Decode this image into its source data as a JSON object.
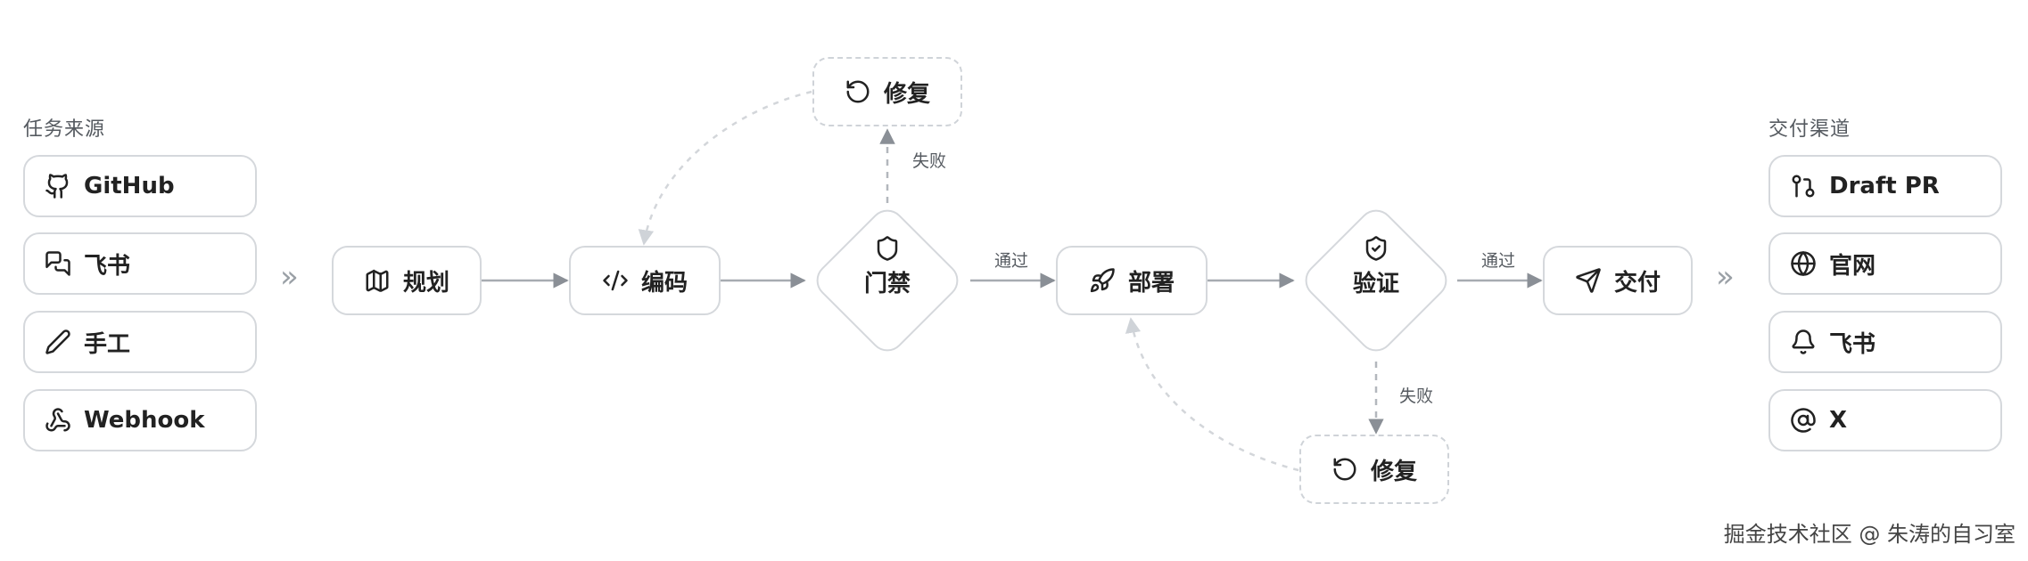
{
  "sources": {
    "heading": "任务来源",
    "items": [
      {
        "label": "GitHub",
        "icon": "github-icon"
      },
      {
        "label": "飞书",
        "icon": "chat-icon"
      },
      {
        "label": "手工",
        "icon": "pen-icon"
      },
      {
        "label": "Webhook",
        "icon": "webhook-icon"
      }
    ]
  },
  "pipeline": {
    "plan": {
      "label": "规划",
      "icon": "map-icon"
    },
    "code": {
      "label": "编码",
      "icon": "code-icon"
    },
    "gate": {
      "label": "门禁",
      "icon": "shield-icon"
    },
    "deploy": {
      "label": "部署",
      "icon": "rocket-icon"
    },
    "verify": {
      "label": "验证",
      "icon": "shield-check-icon"
    },
    "deliver": {
      "label": "交付",
      "icon": "send-icon"
    },
    "fix_top": {
      "label": "修复",
      "icon": "rotate-ccw-icon"
    },
    "fix_bottom": {
      "label": "修复",
      "icon": "rotate-ccw-icon"
    }
  },
  "edges": {
    "gate_pass": "通过",
    "gate_fail": "失败",
    "verify_pass": "通过",
    "verify_fail": "失败"
  },
  "channels": {
    "heading": "交付渠道",
    "items": [
      {
        "label": "Draft PR",
        "icon": "git-pull-request-icon"
      },
      {
        "label": "官网",
        "icon": "globe-icon"
      },
      {
        "label": "飞书",
        "icon": "bell-icon"
      },
      {
        "label": "X",
        "icon": "at-sign-icon"
      }
    ]
  },
  "chevrons": "»",
  "footer": "掘金技术社区 @ 朱涛的自习室",
  "colors": {
    "arrow": "#8a8f96",
    "dashed": "#c9ccd1",
    "border": "#d5d8dc"
  }
}
